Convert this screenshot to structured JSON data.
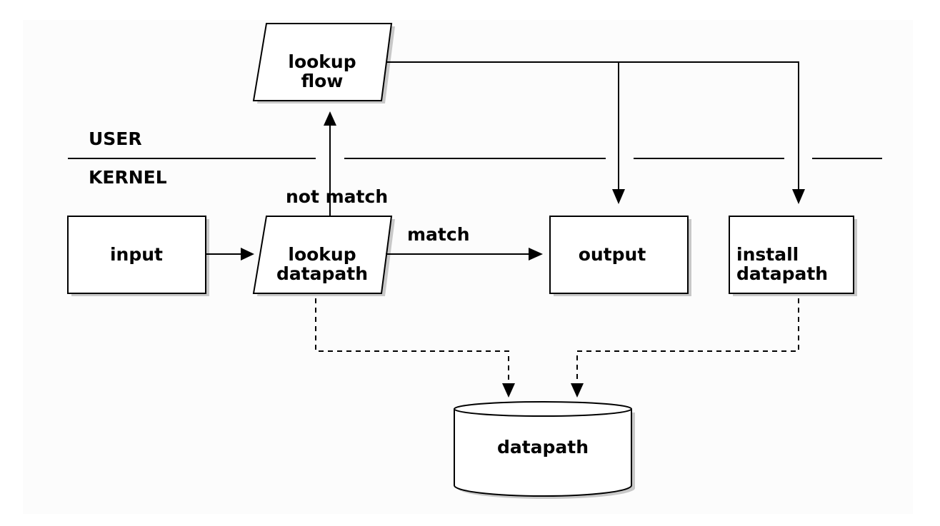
{
  "regions": {
    "user": "USER",
    "kernel": "KERNEL"
  },
  "nodes": {
    "input": "input",
    "lookup_datapath": [
      "lookup",
      "datapath"
    ],
    "lookup_flow": [
      "lookup",
      "flow"
    ],
    "output": "output",
    "install_datapath": [
      "install",
      "datapath"
    ],
    "datapath_store": "datapath"
  },
  "edge_labels": {
    "not_match": "not match",
    "match": "match"
  },
  "colors": {
    "background": "#ffffff",
    "canvas": "#fcfcfc",
    "stroke": "#000000",
    "shadow": "#c8c8c8"
  }
}
